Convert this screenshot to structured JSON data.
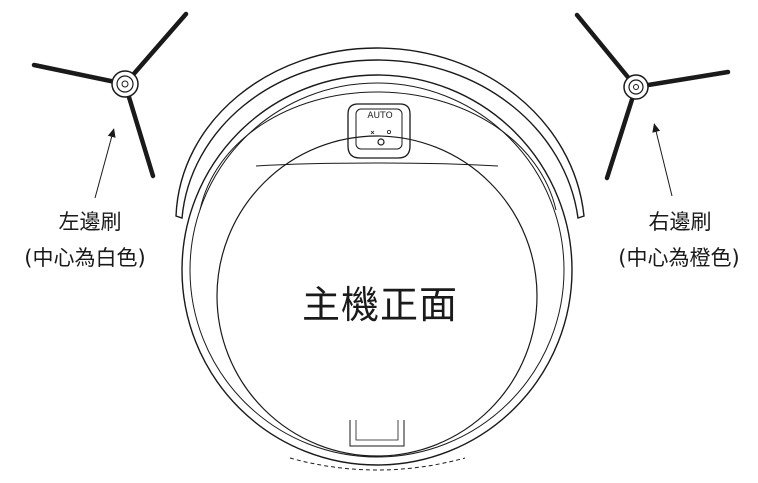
{
  "robot": {
    "main_label": "主機正面",
    "button_label": "AUTO"
  },
  "left_brush": {
    "name": "左邊刷",
    "note": "(中心為白色)"
  },
  "right_brush": {
    "name": "右邊刷",
    "note": "(中心為橙色)"
  },
  "colors": {
    "line": "#1a1a1a",
    "background": "#ffffff"
  }
}
